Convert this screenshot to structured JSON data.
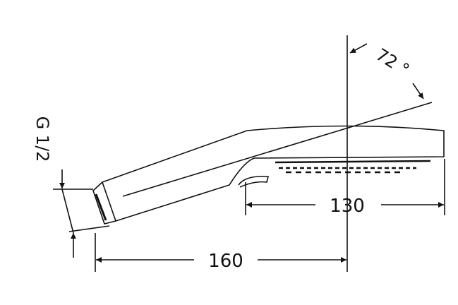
{
  "dimensions": {
    "head_length": "130",
    "total_length": "160",
    "thread": "G 1/2",
    "angle": "72 °"
  },
  "colors": {
    "line": "#111111",
    "background": "#ffffff"
  }
}
